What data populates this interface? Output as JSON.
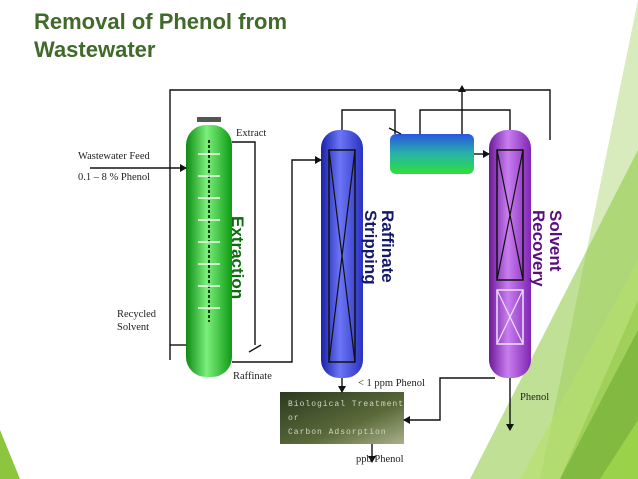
{
  "title_line1": "Removal of Phenol from",
  "title_line2": "Wastewater",
  "labels": {
    "extract": "Extract",
    "wastewater_feed": "Wastewater Feed",
    "feed_concentration": "0.1 – 8 % Phenol",
    "recycled_line1": "Recycled",
    "recycled_line2": "Solvent",
    "raffinate": "Raffinate",
    "lt_1ppm": "< 1 ppm Phenol",
    "phenol": "Phenol",
    "ppb_phenol": "ppb Phenol"
  },
  "columns": {
    "extraction": "Extraction",
    "raffinate_line1": "Raffinate",
    "raffinate_line2": "Stripping",
    "solvent_line1": "Solvent",
    "solvent_line2": "Recovery"
  },
  "treatment_box": {
    "line1": "Biological Treatment",
    "line2": "or",
    "line3": "Carbon Adsorption"
  },
  "colors": {
    "title": "#3f6a2a",
    "extraction_column": "#2ecc2e",
    "stripping_column": "#3f47d8",
    "recovery_column": "#9b3bc9",
    "accent_green": "#8cc63f"
  }
}
